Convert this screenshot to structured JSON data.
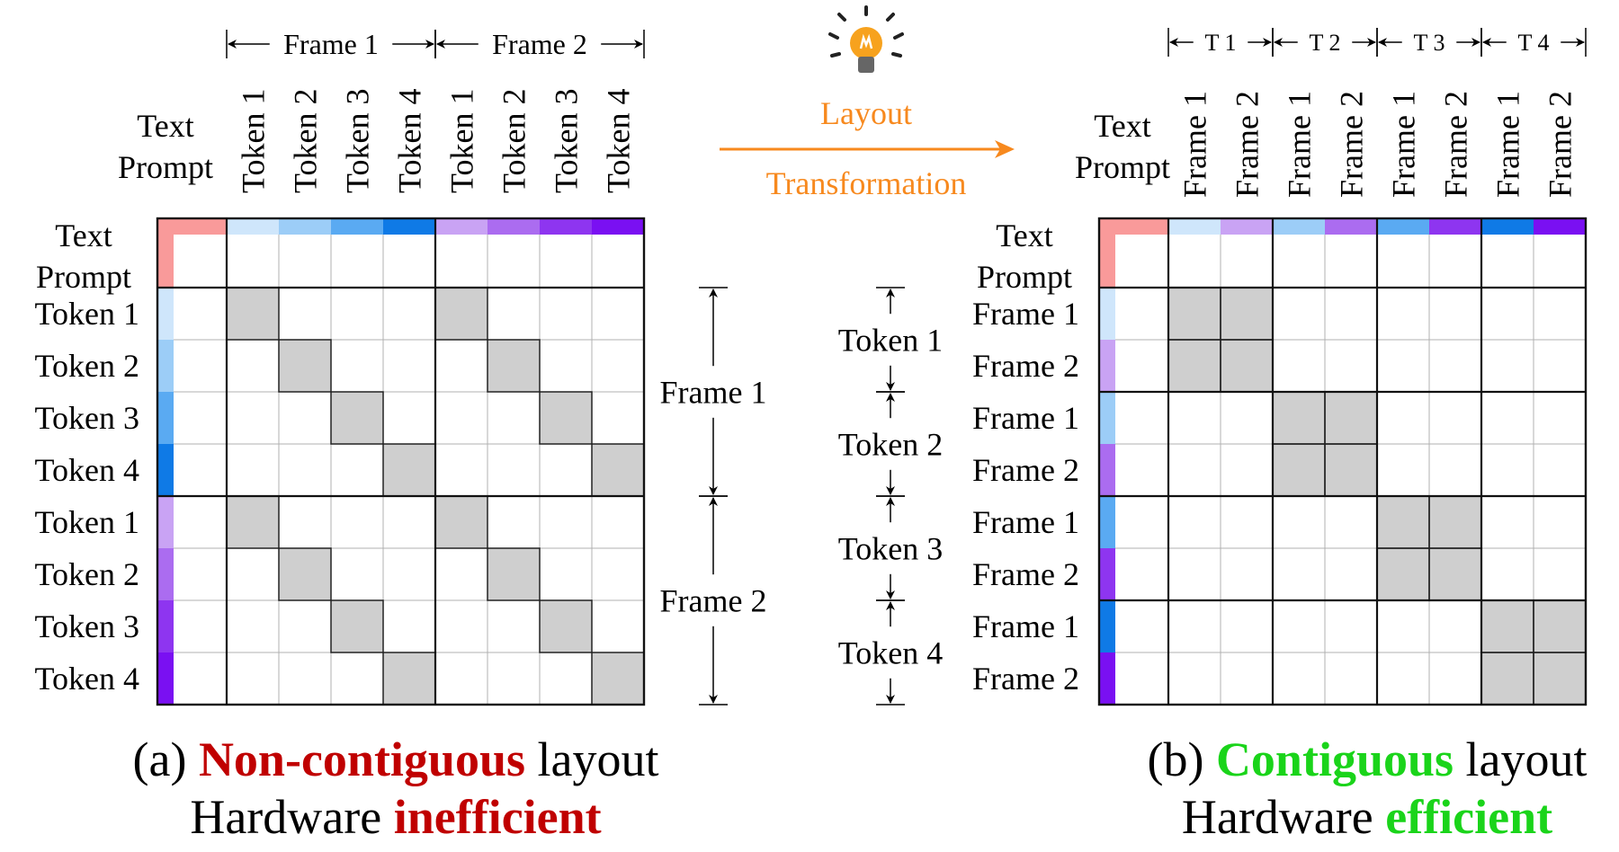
{
  "colors": {
    "text_prompt": "#f99a9a",
    "left_tokens": [
      "#cfe6fb",
      "#9ccdf7",
      "#5aaaf2",
      "#0f7ae6"
    ],
    "left_frames2": [
      "#c9a3f4",
      "#ab6cf0",
      "#8e35f0",
      "#7a10f2"
    ],
    "right_order": [
      "#cfe6fb",
      "#c9a3f4",
      "#9ccdf7",
      "#ab6cf0",
      "#5aaaf2",
      "#8e35f0",
      "#0f7ae6",
      "#7a10f2"
    ],
    "gray_cell": "#cfcfcf",
    "arrow": "#f7891e",
    "bulb": "#f7a21e",
    "red_text": "#c00000",
    "green_text": "#1ad41a"
  },
  "left": {
    "prompt_line1": "Text",
    "prompt_line2": "Prompt",
    "frame_headers": [
      "Frame 1",
      "Frame 2"
    ],
    "col_labels": [
      "Token 1",
      "Token 2",
      "Token 3",
      "Token 4",
      "Token 1",
      "Token 2",
      "Token 3",
      "Token 4"
    ],
    "row_labels": [
      "Token 1",
      "Token 2",
      "Token 3",
      "Token 4",
      "Token 1",
      "Token 2",
      "Token 3",
      "Token 4"
    ],
    "side_labels": [
      "Frame 1",
      "Frame 2"
    ],
    "caption_prefix": "(a) ",
    "caption_highlight": "Non-contiguous",
    "caption_suffix": " layout",
    "caption2_prefix": "Hardware ",
    "caption2_highlight": "inefficient"
  },
  "middle": {
    "arrow_top": "Layout",
    "arrow_bottom": "Transformation",
    "tokens": [
      "Token 1",
      "Token 2",
      "Token 3",
      "Token 4"
    ]
  },
  "right": {
    "prompt_line1": "Text",
    "prompt_line2": "Prompt",
    "t_headers": [
      "T 1",
      "T 2",
      "T 3",
      "T 4"
    ],
    "col_labels": [
      "Frame 1",
      "Frame 2",
      "Frame 1",
      "Frame 2",
      "Frame 1",
      "Frame 2",
      "Frame 1",
      "Frame 2"
    ],
    "row_labels": [
      "Frame 1",
      "Frame 2",
      "Frame 1",
      "Frame 2",
      "Frame 1",
      "Frame 2",
      "Frame 1",
      "Frame 2"
    ],
    "caption_prefix": "(b) ",
    "caption_highlight": "Contiguous",
    "caption_suffix": " layout",
    "caption2_prefix": "Hardware ",
    "caption2_highlight": "efficient"
  }
}
